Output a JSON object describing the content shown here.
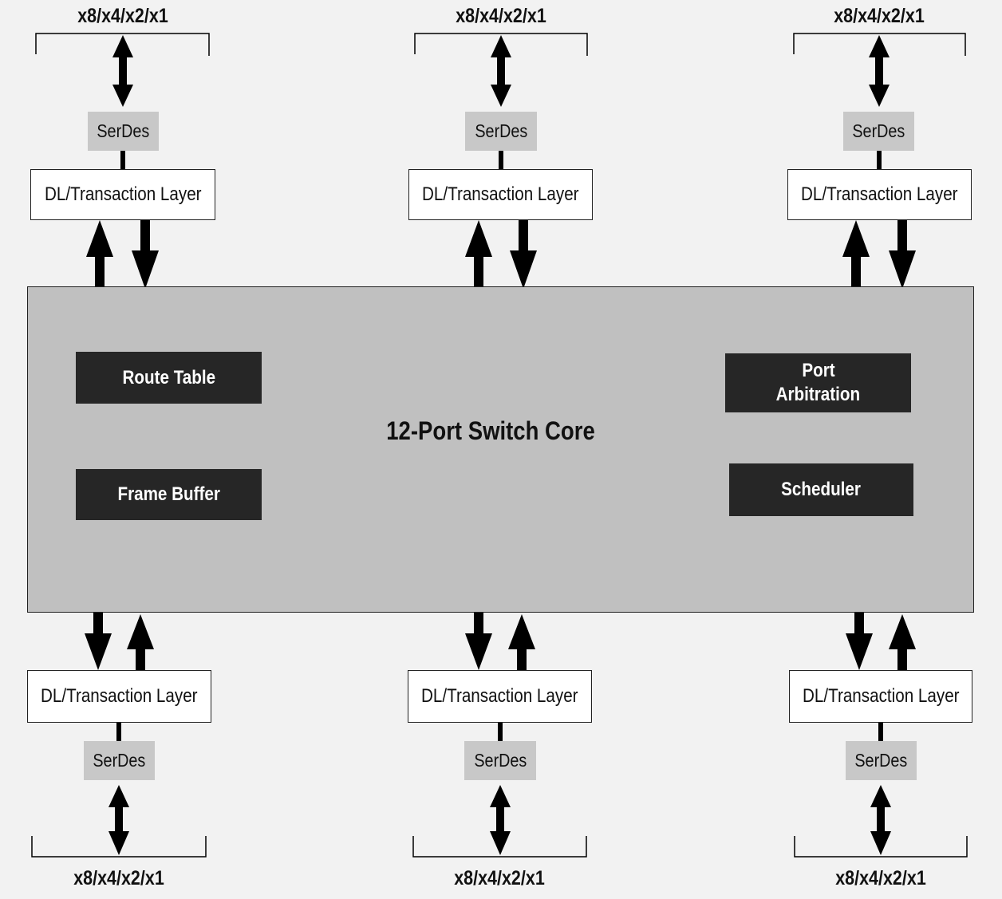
{
  "core": {
    "title": "12-Port Switch Core",
    "blocks": {
      "route_table": "Route Table",
      "frame_buffer": "Frame Buffer",
      "port_arbitration_line1": "Port",
      "port_arbitration_line2": "Arbitration",
      "scheduler": "Scheduler"
    }
  },
  "ports": {
    "top_left": {
      "lane_width": "x8/x4/x2/x1",
      "serdes": "SerDes",
      "layer": "DL/Transaction Layer"
    },
    "top_center": {
      "lane_width": "x8/x4/x2/x1",
      "serdes": "SerDes",
      "layer": "DL/Transaction Layer"
    },
    "top_right": {
      "lane_width": "x8/x4/x2/x1",
      "serdes": "SerDes",
      "layer": "DL/Transaction Layer"
    },
    "bottom_left": {
      "lane_width": "x8/x4/x2/x1",
      "serdes": "SerDes",
      "layer": "DL/Transaction Layer"
    },
    "bottom_center": {
      "lane_width": "x8/x4/x2/x1",
      "serdes": "SerDes",
      "layer": "DL/Transaction Layer"
    },
    "bottom_right": {
      "lane_width": "x8/x4/x2/x1",
      "serdes": "SerDes",
      "layer": "DL/Transaction Layer"
    }
  },
  "colors": {
    "background": "#f2f2f2",
    "core_fill": "#c0c0c0",
    "block_fill": "#262626",
    "serdes_fill": "#c8c8c8",
    "line": "#000000"
  }
}
